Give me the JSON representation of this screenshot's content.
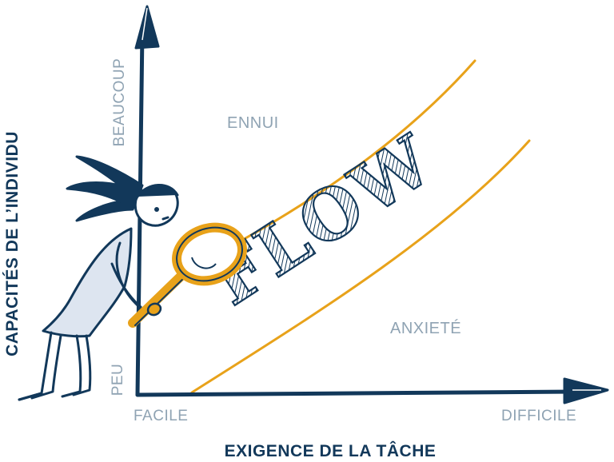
{
  "diagram": {
    "y_axis_title": "CAPACITÉS  DE L’INDIVIDU",
    "x_axis_title": "EXIGENCE DE LA  TÂCHE",
    "x_axis_low": "FACILE",
    "x_axis_high": "DIFFICILE",
    "y_axis_low": "PEU",
    "y_axis_high": "BEAUCOUP",
    "zone_above": "ENNUI",
    "zone_channel": "FLOW",
    "zone_below": "ANXIETÉ"
  },
  "colors": {
    "ink": "#12385a",
    "channel": "#e8a21a",
    "label_grey": "#8fa3b3",
    "figure_fill": "#dde5f0"
  },
  "illustration": {
    "figure": "person-holding-magnifying-glass",
    "tool": "magnifying-glass-icon"
  }
}
